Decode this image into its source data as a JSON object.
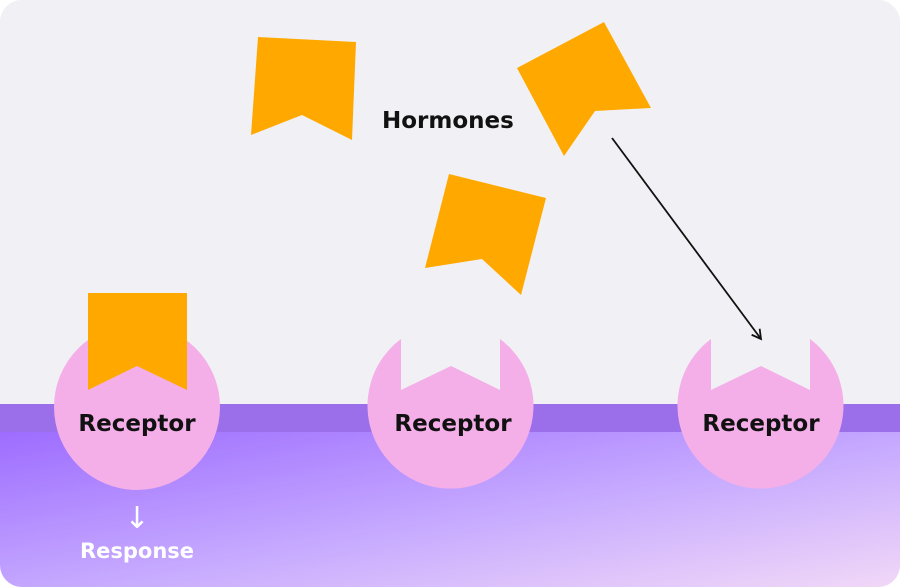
{
  "diagram": {
    "hormones_label": "Hormones",
    "receptors": [
      {
        "label": "Receptor",
        "bound": true
      },
      {
        "label": "Receptor",
        "bound": false
      },
      {
        "label": "Receptor",
        "bound": false
      }
    ],
    "response_arrow": "↓",
    "response_label": "Response",
    "colors": {
      "background": "#f1f1f5",
      "membrane_band": "#9b6fea",
      "cell_interior_top": "#9d6cff",
      "cell_interior_bottom": "#eed5f8",
      "receptor": "#f4aee8",
      "hormone": "#ffa900",
      "arrow": "#111111"
    }
  }
}
